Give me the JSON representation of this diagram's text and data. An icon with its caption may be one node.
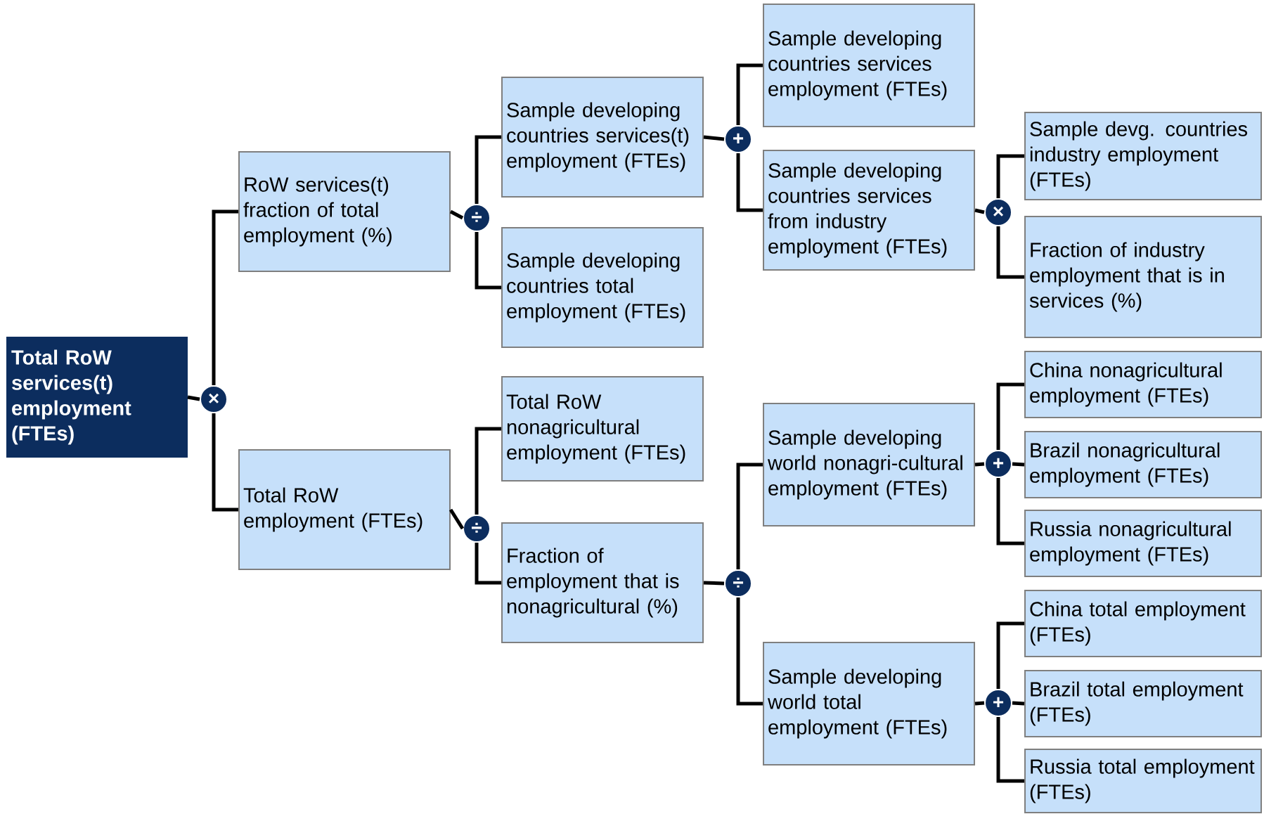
{
  "diagram": {
    "nodes": [
      {
        "text": [
          "Total RoW services(t) employment (FTEs)"
        ]
      },
      {
        "text": [
          "×"
        ]
      },
      {
        "text": [
          "RoW services(t) fraction of total employment (%)"
        ]
      },
      {
        "text": [
          "Total RoW employment (FTEs)"
        ]
      },
      {
        "text": [
          "÷"
        ]
      },
      {
        "text": [
          "Sample developing countries services(t) employment (FTEs)"
        ]
      },
      {
        "text": [
          "Sample developing countries total employment (FTEs)"
        ]
      },
      {
        "text": [
          "+"
        ]
      },
      {
        "text": [
          "Sample developing countries services employment (FTEs)"
        ]
      },
      {
        "text": [
          "Sample developing countries services from industry employment (FTEs)"
        ]
      },
      {
        "text": [
          "×"
        ]
      },
      {
        "text": [
          "Sample devg. countries industry employment (FTEs)"
        ]
      },
      {
        "text": [
          "Fraction of industry employment that is in services (%)"
        ]
      },
      {
        "text": [
          "÷"
        ]
      },
      {
        "text": [
          "Total RoW nonagricultural employment (FTEs)"
        ]
      },
      {
        "text": [
          "Fraction of employment that is nonagricultural (%)"
        ]
      },
      {
        "text": [
          "÷"
        ]
      },
      {
        "text": [
          "Sample developing world nonagri-cultural employment (FTEs)"
        ]
      },
      {
        "text": [
          "Sample developing world total employment (FTEs)"
        ]
      },
      {
        "text": [
          "+"
        ]
      },
      {
        "text": [
          "China nonagricultural employment (FTEs)"
        ]
      },
      {
        "text": [
          "Brazil nonagricultural employment (FTEs)"
        ]
      },
      {
        "text": [
          "Russia nonagricultural employment (FTEs)"
        ]
      },
      {
        "text": [
          "+"
        ]
      },
      {
        "text": [
          "China total employment (FTEs)"
        ]
      },
      {
        "text": [
          "Brazil total employment (FTEs)"
        ]
      },
      {
        "text": [
          "Russia total employment (FTEs)"
        ]
      }
    ],
    "edges": [
      {
        "from": 0,
        "to": 1,
        "arrow": "none"
      },
      {
        "from": 1,
        "to": 2,
        "arrow": "none"
      },
      {
        "from": 1,
        "to": 3,
        "arrow": "none"
      },
      {
        "from": 2,
        "to": 4,
        "arrow": "none"
      },
      {
        "from": 4,
        "to": 5,
        "arrow": "none"
      },
      {
        "from": 4,
        "to": 6,
        "arrow": "none"
      },
      {
        "from": 5,
        "to": 7,
        "arrow": "none"
      },
      {
        "from": 7,
        "to": 8,
        "arrow": "none"
      },
      {
        "from": 7,
        "to": 9,
        "arrow": "none"
      },
      {
        "from": 9,
        "to": 10,
        "arrow": "none"
      },
      {
        "from": 10,
        "to": 11,
        "arrow": "none"
      },
      {
        "from": 10,
        "to": 12,
        "arrow": "none"
      },
      {
        "from": 3,
        "to": 13,
        "arrow": "none"
      },
      {
        "from": 13,
        "to": 14,
        "arrow": "none"
      },
      {
        "from": 13,
        "to": 15,
        "arrow": "none"
      },
      {
        "from": 15,
        "to": 16,
        "arrow": "none"
      },
      {
        "from": 16,
        "to": 17,
        "arrow": "none"
      },
      {
        "from": 16,
        "to": 18,
        "arrow": "none"
      },
      {
        "from": 17,
        "to": 19,
        "arrow": "none"
      },
      {
        "from": 19,
        "to": 20,
        "arrow": "none"
      },
      {
        "from": 19,
        "to": 21,
        "arrow": "none"
      },
      {
        "from": 19,
        "to": 22,
        "arrow": "none"
      },
      {
        "from": 18,
        "to": 23,
        "arrow": "none"
      },
      {
        "from": 23,
        "to": 24,
        "arrow": "none"
      },
      {
        "from": 23,
        "to": 25,
        "arrow": "none"
      },
      {
        "from": 23,
        "to": 26,
        "arrow": "none"
      }
    ]
  }
}
